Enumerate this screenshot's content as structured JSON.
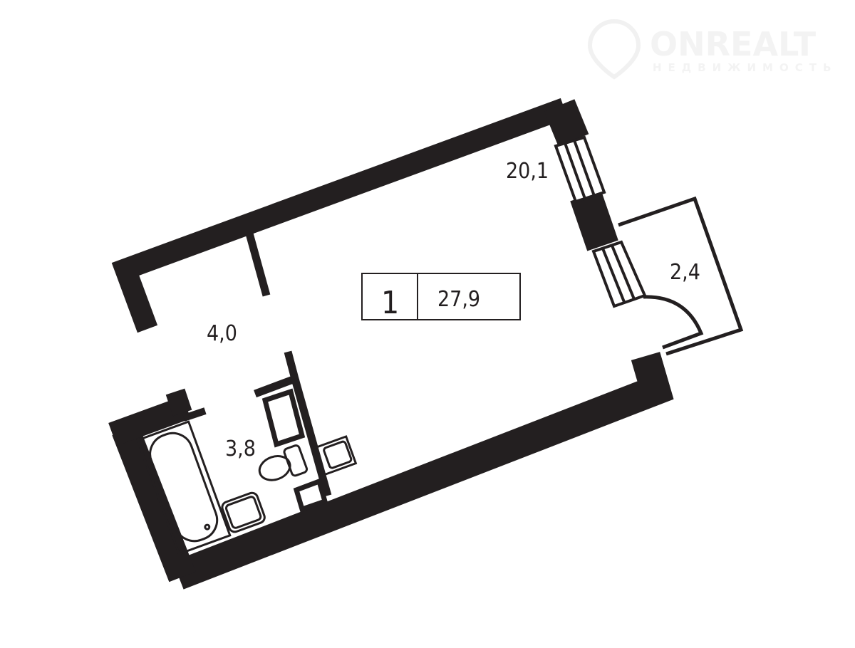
{
  "plan": {
    "rooms_count": "1",
    "total_area": "27,9",
    "rooms": [
      {
        "name": "living-room",
        "area": "20,1"
      },
      {
        "name": "balcony",
        "area": "2,4"
      },
      {
        "name": "hallway",
        "area": "4,0"
      },
      {
        "name": "bathroom",
        "area": "3,8"
      }
    ]
  },
  "logo": {
    "name": "ONREALT",
    "tagline": "НЕДВИЖИМОСТЬ"
  },
  "colors": {
    "wall": "#231f20",
    "background": "#ffffff",
    "watermark": "#f3f3f3"
  }
}
